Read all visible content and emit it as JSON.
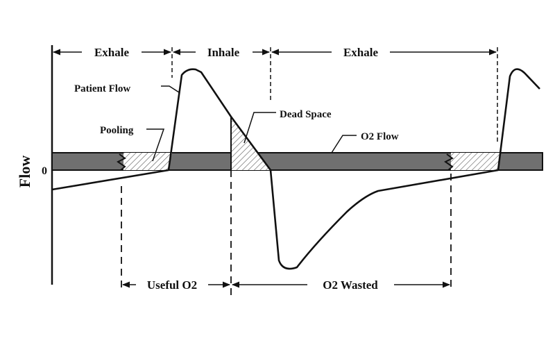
{
  "axis": {
    "y_title": "Flow",
    "zero_label": "0"
  },
  "phases": {
    "exhale_1": "Exhale",
    "inhale": "Inhale",
    "exhale_2": "Exhale"
  },
  "annotations": {
    "patient_flow": "Patient Flow",
    "pooling": "Pooling",
    "dead_space": "Dead Space",
    "o2_flow": "O2 Flow"
  },
  "bottom": {
    "useful": "Useful O2",
    "wasted": "O2 Wasted"
  },
  "colors": {
    "o2_band": "#707070",
    "line": "#111111",
    "hatch": "#555555"
  }
}
